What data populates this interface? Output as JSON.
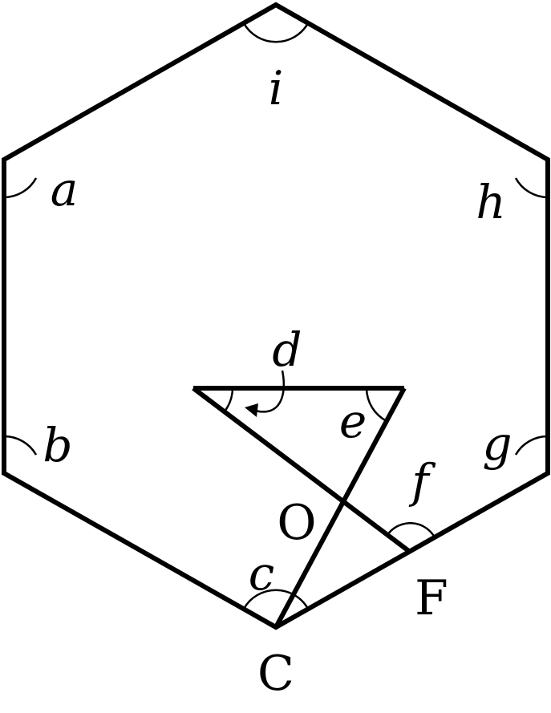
{
  "angle_labels": {
    "a": "a",
    "b": "b",
    "c": "c",
    "d": "d",
    "e": "e",
    "f": "f",
    "g": "g",
    "h": "h",
    "i": "i"
  },
  "point_labels": {
    "O": "O",
    "F": "F",
    "C": "C"
  },
  "colors": {
    "stroke": "#000000",
    "background": "#ffffff"
  }
}
